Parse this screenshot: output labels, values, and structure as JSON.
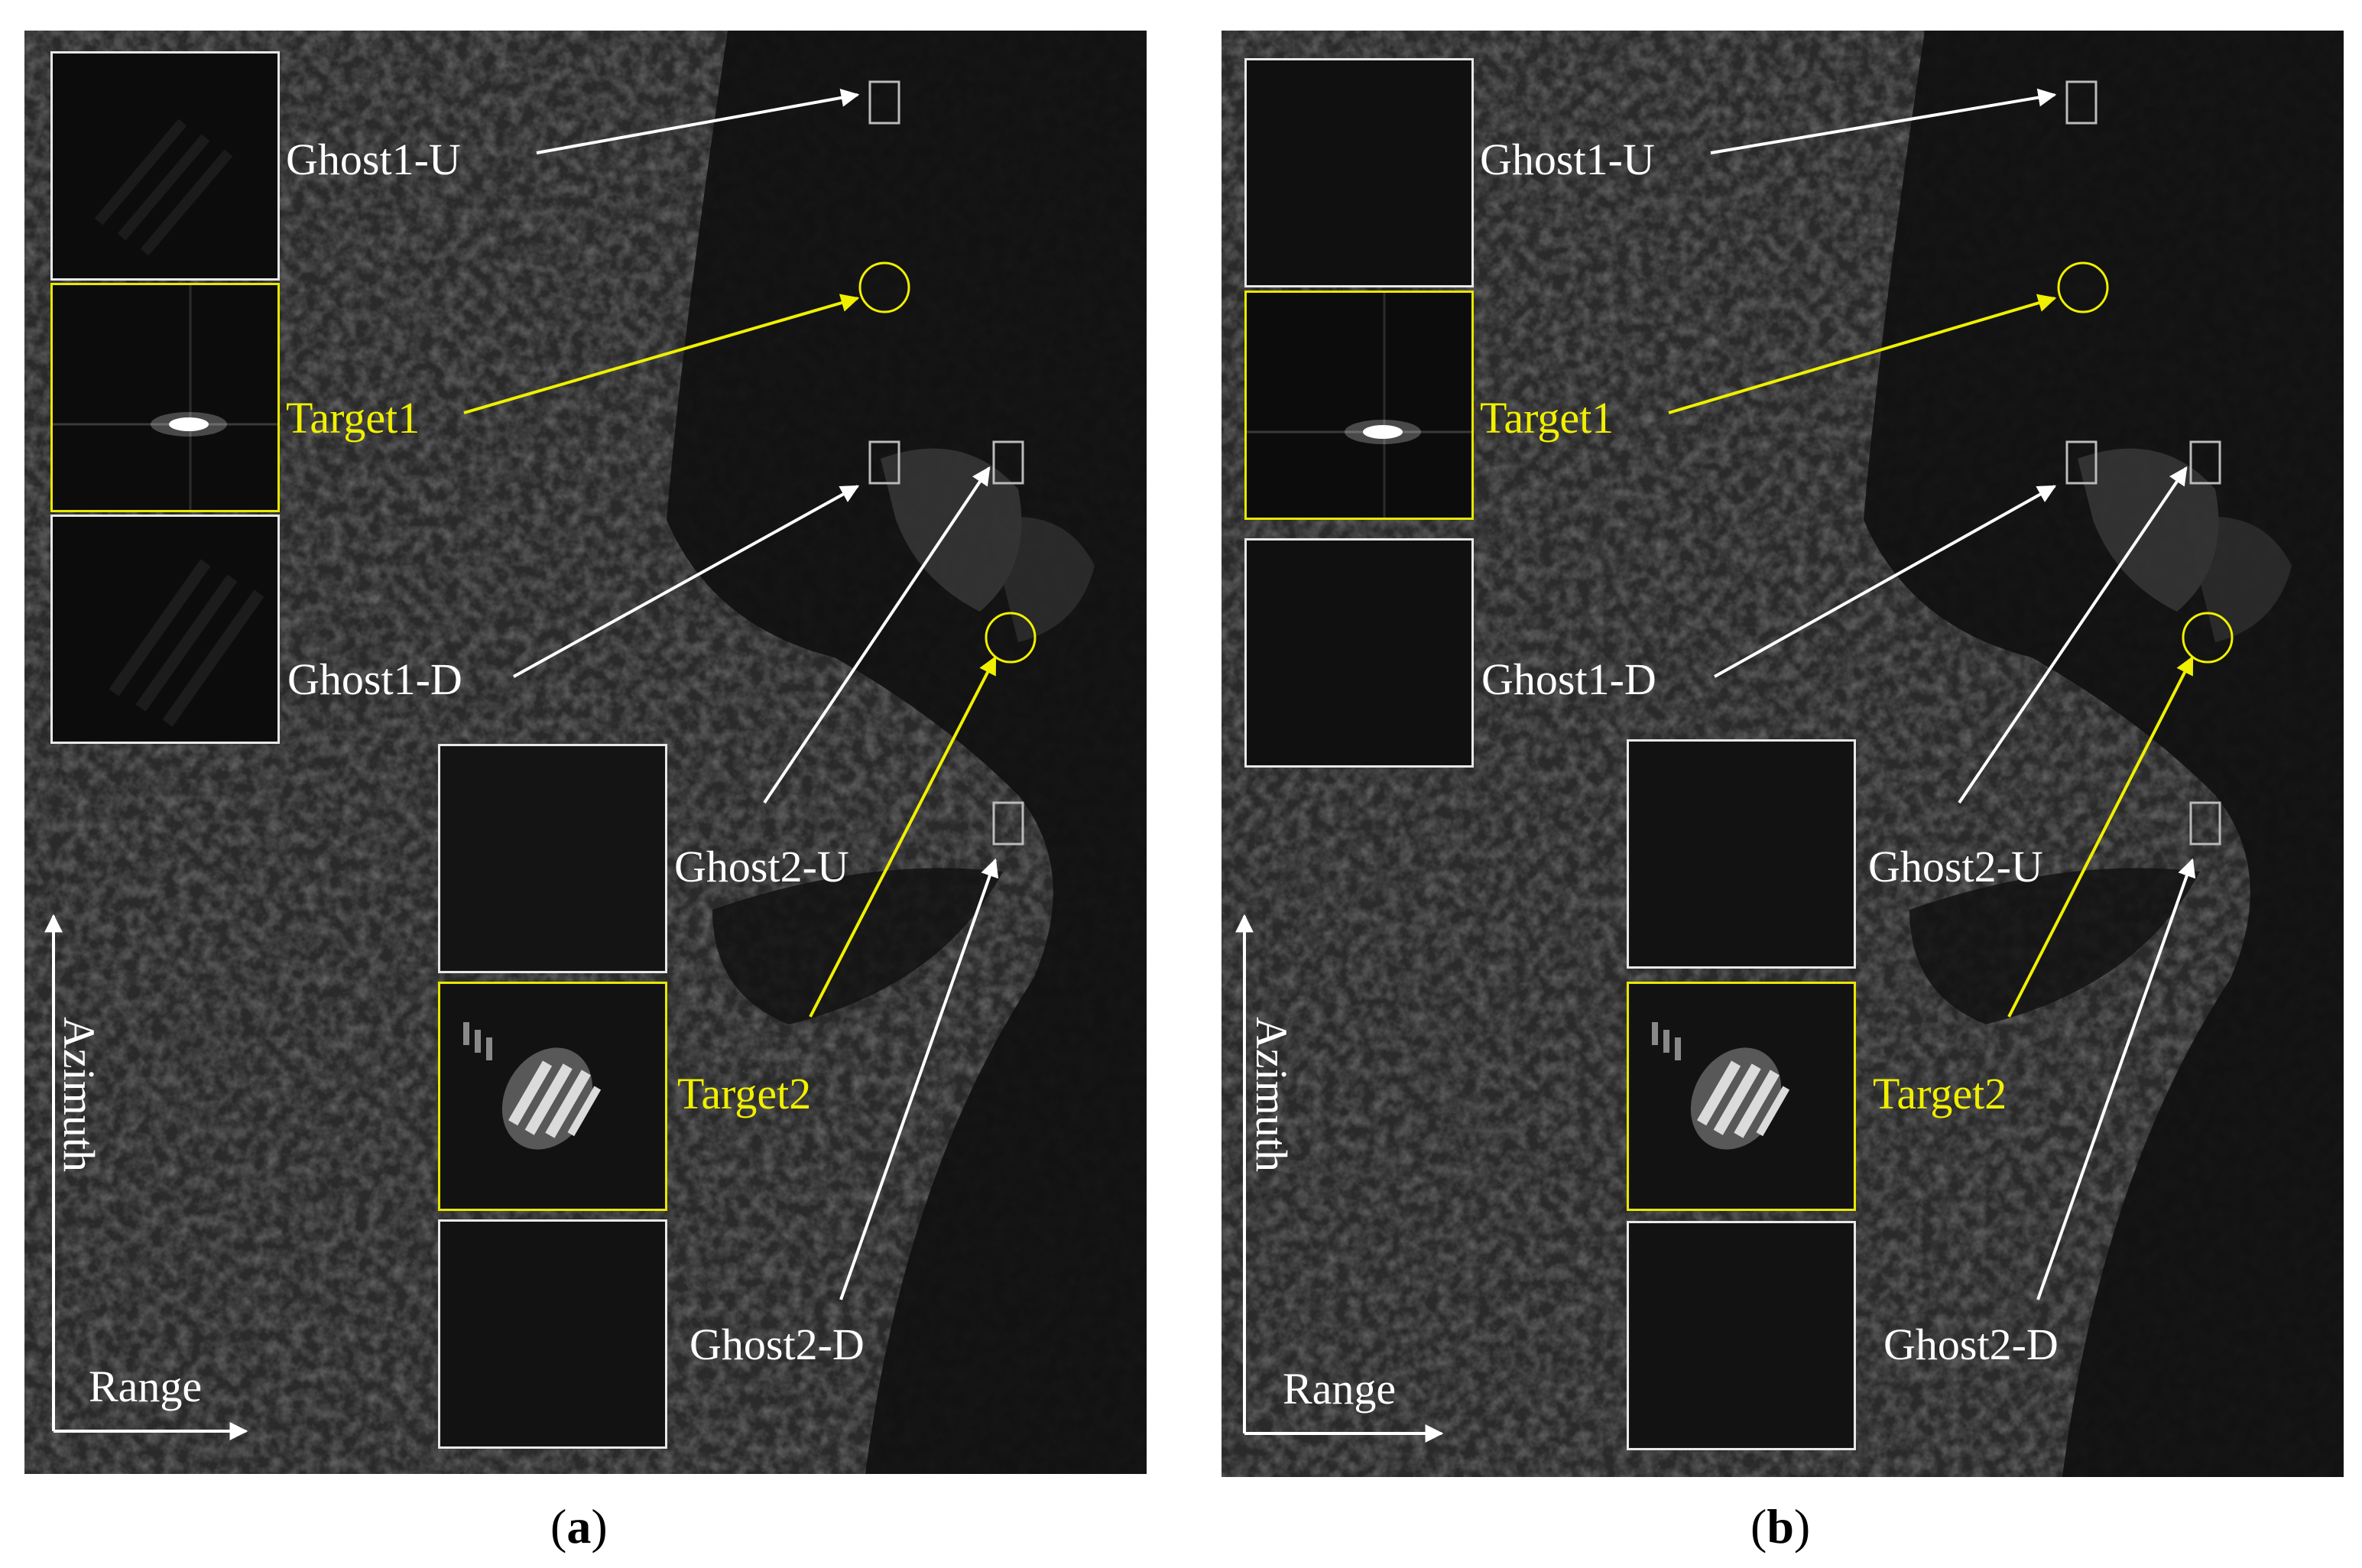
{
  "panels": [
    {
      "caption_open": "(",
      "caption_letter": "a",
      "caption_close": ")",
      "labels": {
        "ghost1_u": "Ghost1-U",
        "target1": "Target1",
        "ghost1_d": "Ghost1-D",
        "ghost2_u": "Ghost2-U",
        "target2": "Target2",
        "ghost2_d": "Ghost2-D",
        "azimuth": "Azimuth",
        "range": "Range"
      }
    },
    {
      "caption_open": "(",
      "caption_letter": "b",
      "caption_close": ")",
      "labels": {
        "ghost1_u": "Ghost1-U",
        "target1": "Target1",
        "ghost1_d": "Ghost1-D",
        "ghost2_u": "Ghost2-U",
        "target2": "Target2",
        "ghost2_d": "Ghost2-D",
        "azimuth": "Azimuth",
        "range": "Range"
      }
    }
  ],
  "colors": {
    "target": "#f0f000",
    "ghost": "#ffffff",
    "background": "#1c1c1c"
  }
}
